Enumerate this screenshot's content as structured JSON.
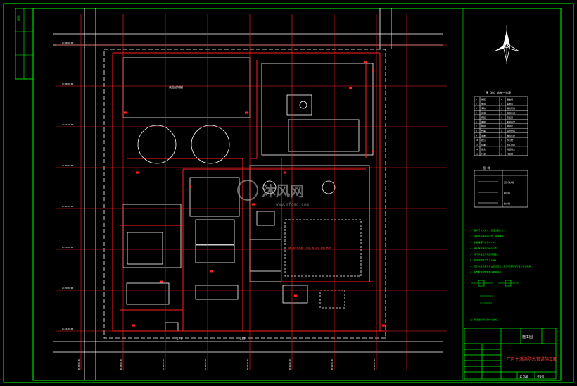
{
  "title_block": {
    "drawing_title": "厂区生活消防水管道施工图",
    "stage": "施工图",
    "scale": "1:500",
    "sheet_label": "共1张",
    "left_strip_text": "图号"
  },
  "grid": {
    "row_labels": [
      "A=3860.00",
      "A=3800.00",
      "A=3740.00",
      "A=3680.00",
      "A=3620.00",
      "A=3560.00",
      "A=3500.00",
      "A=3440.00"
    ],
    "col_labels": [
      "B=1800.00",
      "B=1860.00",
      "B=1920.00",
      "B=1980.00",
      "B=2040.00",
      "B=2100.00",
      "B=2160.00",
      "B=2220.00"
    ]
  },
  "site": {
    "tank_area_label": "成品油储罐",
    "main_gate": "大门",
    "side_gate": "入口",
    "pipe_callout": "DN100 给水管 L=56.00 i=0.003 敷设"
  },
  "legend_table": {
    "title": "建（构）筑物一览表",
    "rows": [
      [
        "1",
        "罐区",
        "2",
        "储油罐"
      ],
      [
        "2",
        "泵房",
        "1",
        "油泵房"
      ],
      [
        "3",
        "消防",
        "1",
        "消防泵房"
      ],
      [
        "4",
        "水池",
        "1",
        "消防水池"
      ],
      [
        "5",
        "值班",
        "1",
        "值班室"
      ],
      [
        "6",
        "变配",
        "1",
        "变配电室"
      ],
      [
        "7",
        "锅炉",
        "1",
        "锅炉房"
      ],
      [
        "8",
        "仓库",
        "1",
        "综合仓库"
      ],
      [
        "9",
        "车库",
        "1",
        "消防车库"
      ],
      [
        "10",
        "办公",
        "1",
        "办公楼"
      ],
      [
        "11",
        "食堂",
        "1",
        "职工食堂"
      ],
      [
        "12",
        "宿舍",
        "1",
        "倒班宿舍"
      ],
      [
        "13",
        "门卫",
        "2",
        "门卫室"
      ]
    ]
  },
  "symbol_table": {
    "title": "图 例",
    "rows": [
      "室外消火栓",
      "阀门井",
      "给水管"
    ]
  },
  "notes": {
    "items": [
      "1. 图中尺寸以米计，管径以毫米计。",
      "2. 给水管采用PE给水管，热熔连接。",
      "3. 管道埋深不小于0.70m。",
      "4. 消火栓采用SS100/65型。",
      "5. 阀门井做法详见国标图集。",
      "6. 管道试验压力为1.0MPa。",
      "7. 施工时应与其他专业密切配合，发现问题及时与设计单位联系。",
      "8. 未尽事宜按国家现行规范执行。"
    ],
    "footer": "注：管道坐标均为管中心坐标。"
  },
  "watermark": {
    "text": "沐风网",
    "url": "www.mfcad.com"
  },
  "colors": {
    "background": "#000000",
    "frame": "#00ff00",
    "grid": "#ff0000",
    "buildings": "#ffffff",
    "water_main": "#ff2020",
    "notes": "#00ff00"
  }
}
